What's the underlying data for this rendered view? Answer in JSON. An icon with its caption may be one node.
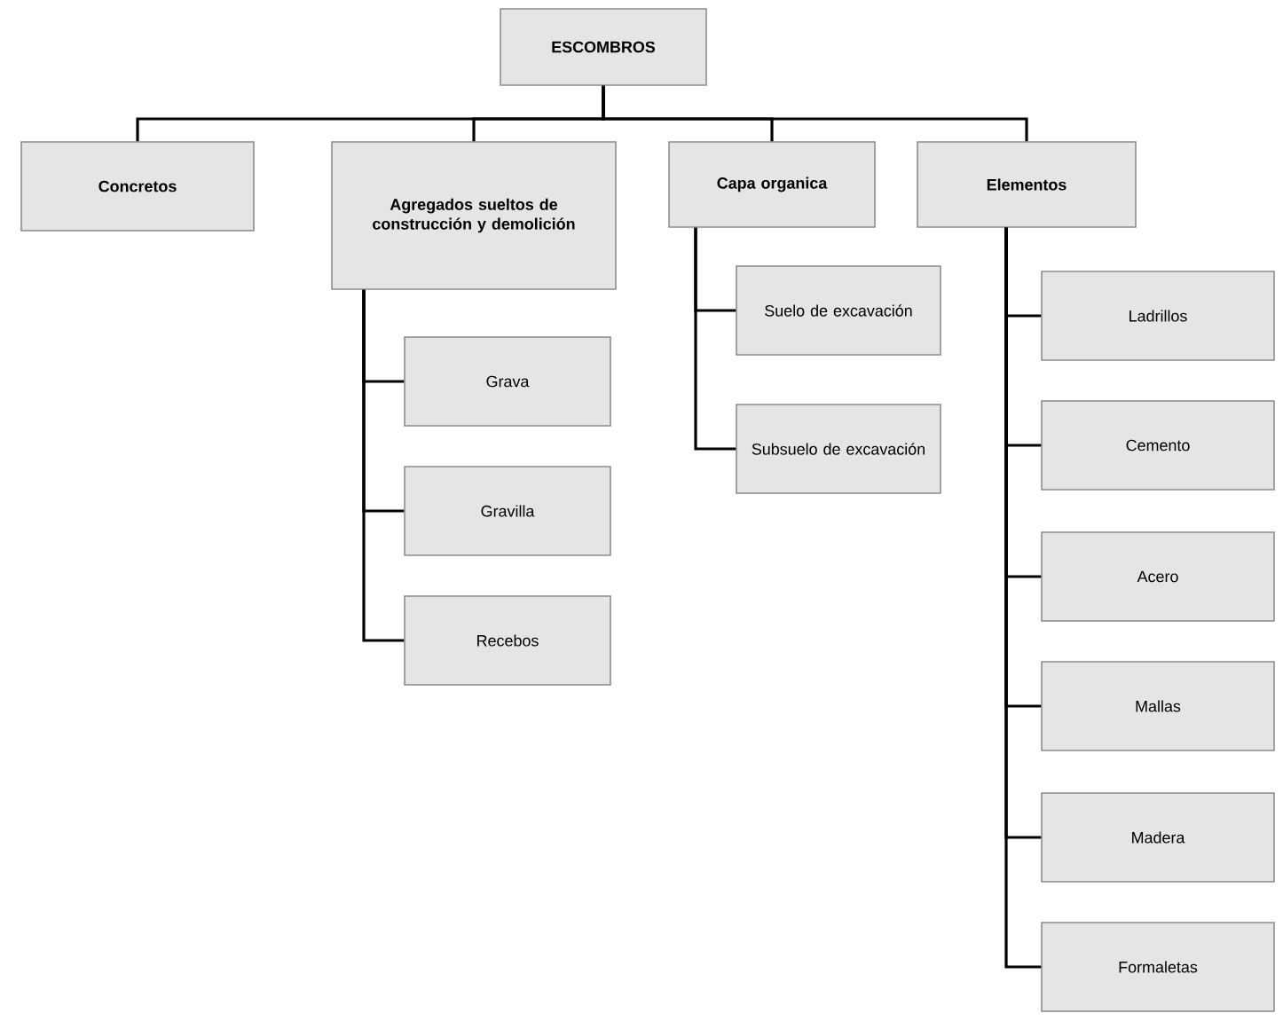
{
  "diagram": {
    "nodes": [
      {
        "text": [
          "ESCOMBROS"
        ]
      },
      {
        "text": [
          "Concretos"
        ]
      },
      {
        "text": [
          "Agregados sueltos de construcción y demolición"
        ]
      },
      {
        "text": [
          "Capa organica"
        ]
      },
      {
        "text": [
          "Elementos"
        ]
      },
      {
        "text": [
          "Grava"
        ]
      },
      {
        "text": [
          "Gravilla"
        ]
      },
      {
        "text": [
          "Recebos"
        ]
      },
      {
        "text": [
          "Suelo de excavación"
        ]
      },
      {
        "text": [
          "Subsuelo de excavación"
        ]
      },
      {
        "text": [
          "Ladrillos"
        ]
      },
      {
        "text": [
          "Cemento"
        ]
      },
      {
        "text": [
          "Acero"
        ]
      },
      {
        "text": [
          "Mallas"
        ]
      },
      {
        "text": [
          "Madera"
        ]
      },
      {
        "text": [
          "Formaletas"
        ]
      }
    ],
    "edges": [
      {
        "from": 0,
        "to": 1,
        "arrow": "none"
      },
      {
        "from": 0,
        "to": 2,
        "arrow": "none"
      },
      {
        "from": 0,
        "to": 3,
        "arrow": "none"
      },
      {
        "from": 0,
        "to": 4,
        "arrow": "none"
      },
      {
        "from": 2,
        "to": 5,
        "arrow": "none"
      },
      {
        "from": 2,
        "to": 6,
        "arrow": "none"
      },
      {
        "from": 2,
        "to": 7,
        "arrow": "none"
      },
      {
        "from": 3,
        "to": 8,
        "arrow": "none"
      },
      {
        "from": 3,
        "to": 9,
        "arrow": "none"
      },
      {
        "from": 4,
        "to": 10,
        "arrow": "none"
      },
      {
        "from": 4,
        "to": 11,
        "arrow": "none"
      },
      {
        "from": 4,
        "to": 12,
        "arrow": "none"
      },
      {
        "from": 4,
        "to": 13,
        "arrow": "none"
      },
      {
        "from": 4,
        "to": 14,
        "arrow": "none"
      },
      {
        "from": 4,
        "to": 15,
        "arrow": "none"
      }
    ]
  }
}
